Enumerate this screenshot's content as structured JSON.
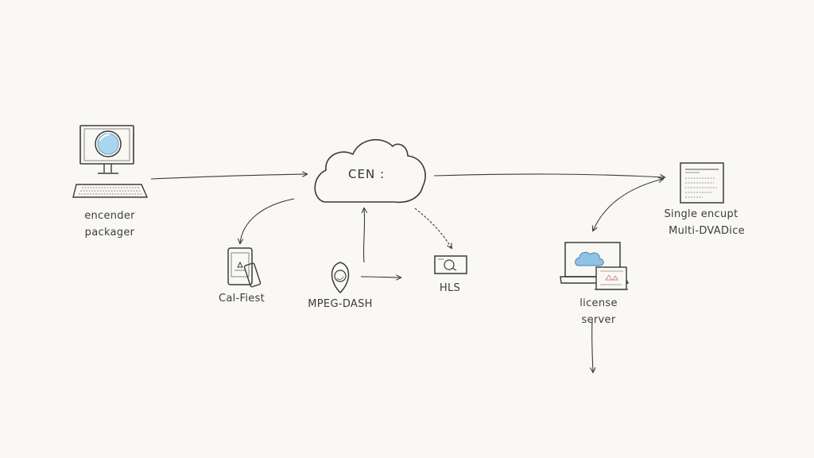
{
  "cdn": {
    "label": "CEN :"
  },
  "encoder": {
    "line1": "encender",
    "line2": "packager"
  },
  "mobile": {
    "label": "Cal-Fiest"
  },
  "dash": {
    "label": "MPEG-DASH"
  },
  "hls": {
    "label": "HLS"
  },
  "license": {
    "line1": "license",
    "line2": "server"
  },
  "player": {
    "line1": "Single encupt",
    "line2": "Multi-DVADice"
  },
  "colors": {
    "ink": "#3a3a3a",
    "accent_blue": "#8ec3e6",
    "accent_pink": "#d98a8a",
    "paper": "#f9f8f4"
  }
}
